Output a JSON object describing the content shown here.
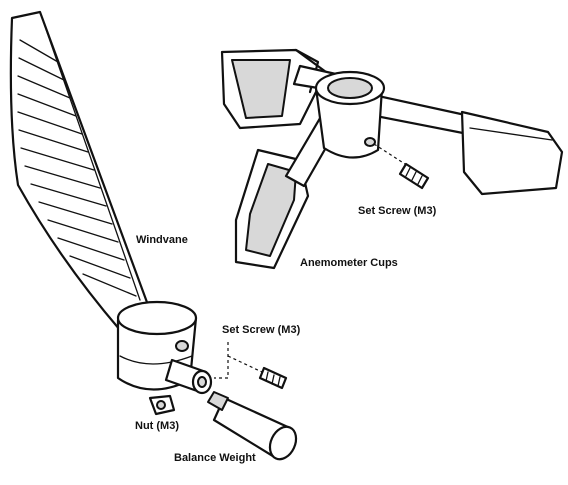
{
  "labels": {
    "windvane": "Windvane",
    "anemometer_cups": "Anemometer Cups",
    "set_screw_top": "Set Screw (M3)",
    "set_screw_bottom": "Set Screw (M3)",
    "nut": "Nut (M3)",
    "balance_weight": "Balance Weight"
  },
  "colors": {
    "line": "#111111",
    "fill": "#ffffff",
    "shade": "#d8d8d8"
  }
}
